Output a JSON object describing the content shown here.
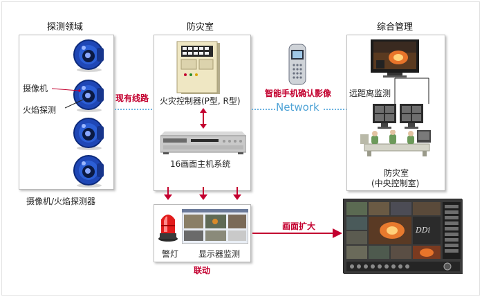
{
  "sections": {
    "detection": "探测领域",
    "fire_room": "防灾室",
    "management": "综合管理"
  },
  "detection": {
    "camera_label": "摄像机",
    "flame_label": "火焰探测",
    "bottom_caption": "摄像机/火焰探测器",
    "wired_link": "现有线路"
  },
  "fire_room": {
    "controller": "火灾控制器(P型, R型)",
    "dvr": "16画面主机系统"
  },
  "center": {
    "mobile": "智能手机确认影像",
    "network": "Network"
  },
  "management": {
    "remote": "远距离监测",
    "control_room_line1": "防灾室",
    "control_room_line2": "(中央控制室)"
  },
  "linkage": {
    "alarm": "警灯",
    "monitor": "显示器监测",
    "caption": "联动",
    "expand": "画面扩大"
  },
  "brand": "DDi",
  "colors": {
    "accent": "#c3002f",
    "network": "#4fa3d6",
    "device_blue": "#1f47b6"
  }
}
